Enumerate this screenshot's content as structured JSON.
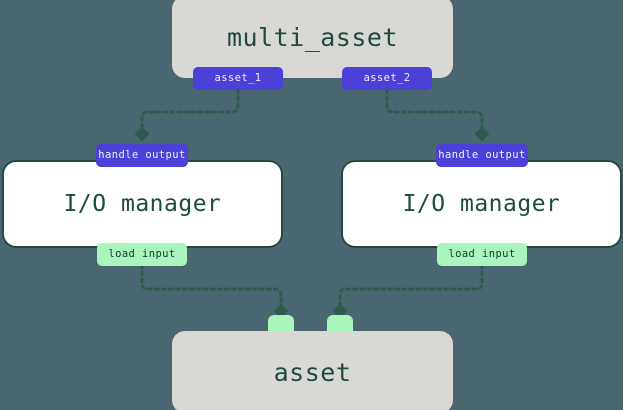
{
  "diagram": {
    "type": "dependency-graph",
    "title_semantics": "dagster multi_asset io manager flow",
    "background_color": "#4a6670",
    "colors": {
      "asset_box": "#d9d8d4",
      "iomanager_box": "#ffffff",
      "iomanager_border": "#234b40",
      "output_badge": "#4b40d8",
      "output_badge_text": "#f2f1fd",
      "input_badge": "#aaf5bd",
      "input_badge_text": "#17382c",
      "edge": "#2e5c4c",
      "node_text": "#1d4b3f"
    },
    "nodes": {
      "multi_asset": {
        "label": "multi_asset"
      },
      "io_manager_left": {
        "label": "I/O manager"
      },
      "io_manager_right": {
        "label": "I/O manager"
      },
      "asset": {
        "label": "asset"
      }
    },
    "badges": {
      "asset_1": "asset_1",
      "asset_2": "asset_2",
      "handle_output_left": "handle output",
      "handle_output_right": "handle output",
      "load_input_left": "load input",
      "load_input_right": "load input"
    },
    "edges": [
      {
        "from": "asset_1",
        "to": "handle_output_left"
      },
      {
        "from": "asset_2",
        "to": "handle_output_right"
      },
      {
        "from": "load_input_left",
        "to": "asset_handle_left"
      },
      {
        "from": "load_input_right",
        "to": "asset_handle_right"
      }
    ]
  }
}
